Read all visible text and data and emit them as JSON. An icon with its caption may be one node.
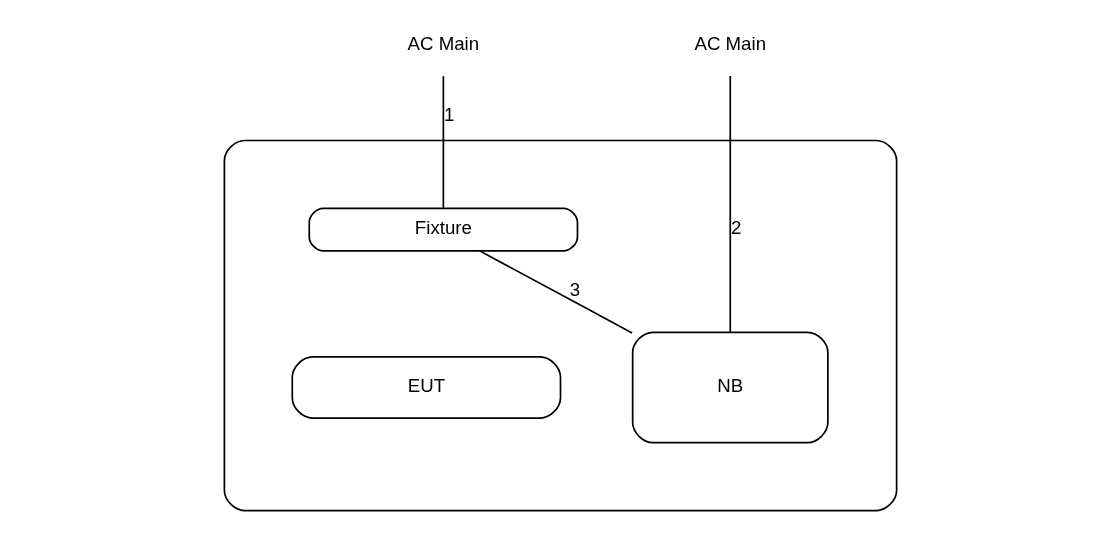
{
  "diagram": {
    "nodes": [
      {
        "text": [
          "AC Main"
        ]
      },
      {
        "text": [
          "AC Main"
        ]
      },
      {
        "text": [],
        "shape": "box"
      },
      {
        "text": [
          "NB"
        ],
        "in": 2
      },
      {
        "text": [
          "Fixture"
        ],
        "in": 2
      },
      {
        "text": [
          "EUT"
        ],
        "in": 2
      }
    ],
    "edges": [
      {
        "from": 0,
        "to": 4,
        "arrow": "none",
        "label": "1"
      },
      {
        "from": 1,
        "to": 3,
        "arrow": "none",
        "label": "2"
      },
      {
        "from": 4,
        "to": 3,
        "arrow": "none",
        "label": "3"
      }
    ]
  }
}
